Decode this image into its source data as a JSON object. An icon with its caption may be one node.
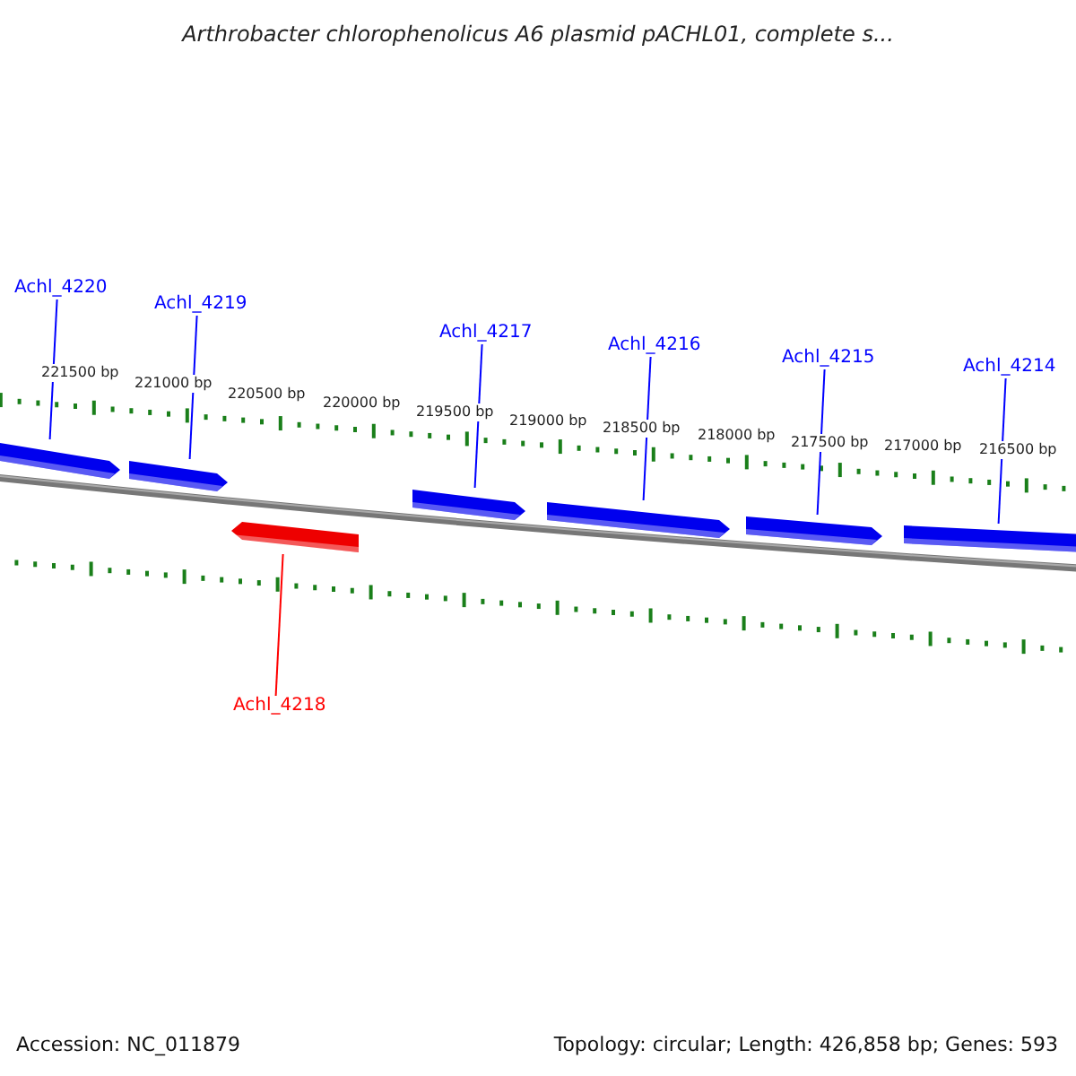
{
  "diagram": {
    "title": "Arthrobacter chlorophenolicus A6 plasmid pACHL01, complete s...",
    "nodes": [
      {
        "text": [
          "Achl_4220"
        ]
      },
      {
        "text": [
          "Achl_4219"
        ]
      },
      {
        "text": [
          "Achl_4217"
        ]
      },
      {
        "text": [
          "Achl_4216"
        ]
      },
      {
        "text": [
          "Achl_4215"
        ]
      },
      {
        "text": [
          "Achl_4214"
        ]
      },
      {
        "text": [
          "Achl_4218"
        ]
      },
      {
        "text": [],
        "shape": "arrow"
      },
      {
        "text": [],
        "shape": "arrow"
      },
      {
        "text": [],
        "shape": "arrow"
      },
      {
        "text": [],
        "shape": "arrow"
      },
      {
        "text": [],
        "shape": "arrow"
      },
      {
        "text": [],
        "shape": "arrow"
      },
      {
        "text": [],
        "shape": "arrow"
      }
    ],
    "edges": [
      {
        "from": 0,
        "to": 7,
        "arrow": "none"
      },
      {
        "from": 1,
        "to": 8,
        "arrow": "none"
      },
      {
        "from": 2,
        "to": 10,
        "arrow": "none"
      },
      {
        "from": 3,
        "to": 11,
        "arrow": "none"
      },
      {
        "from": 4,
        "to": 12,
        "arrow": "none"
      },
      {
        "from": 5,
        "to": 13,
        "arrow": "none"
      },
      {
        "from": 6,
        "to": 9,
        "arrow": "none",
        "color": "#ff0000"
      }
    ],
    "labels": [
      "221500 bp",
      "221000 bp",
      "220500 bp",
      "220000 bp",
      "219500 bp",
      "219000 bp",
      "218500 bp",
      "218000 bp",
      "217500 bp",
      "217000 bp",
      "216500 bp",
      "Accession: NC_011879",
      "Topology: circular; Length: 426,858 bp; Genes: 593"
    ]
  }
}
